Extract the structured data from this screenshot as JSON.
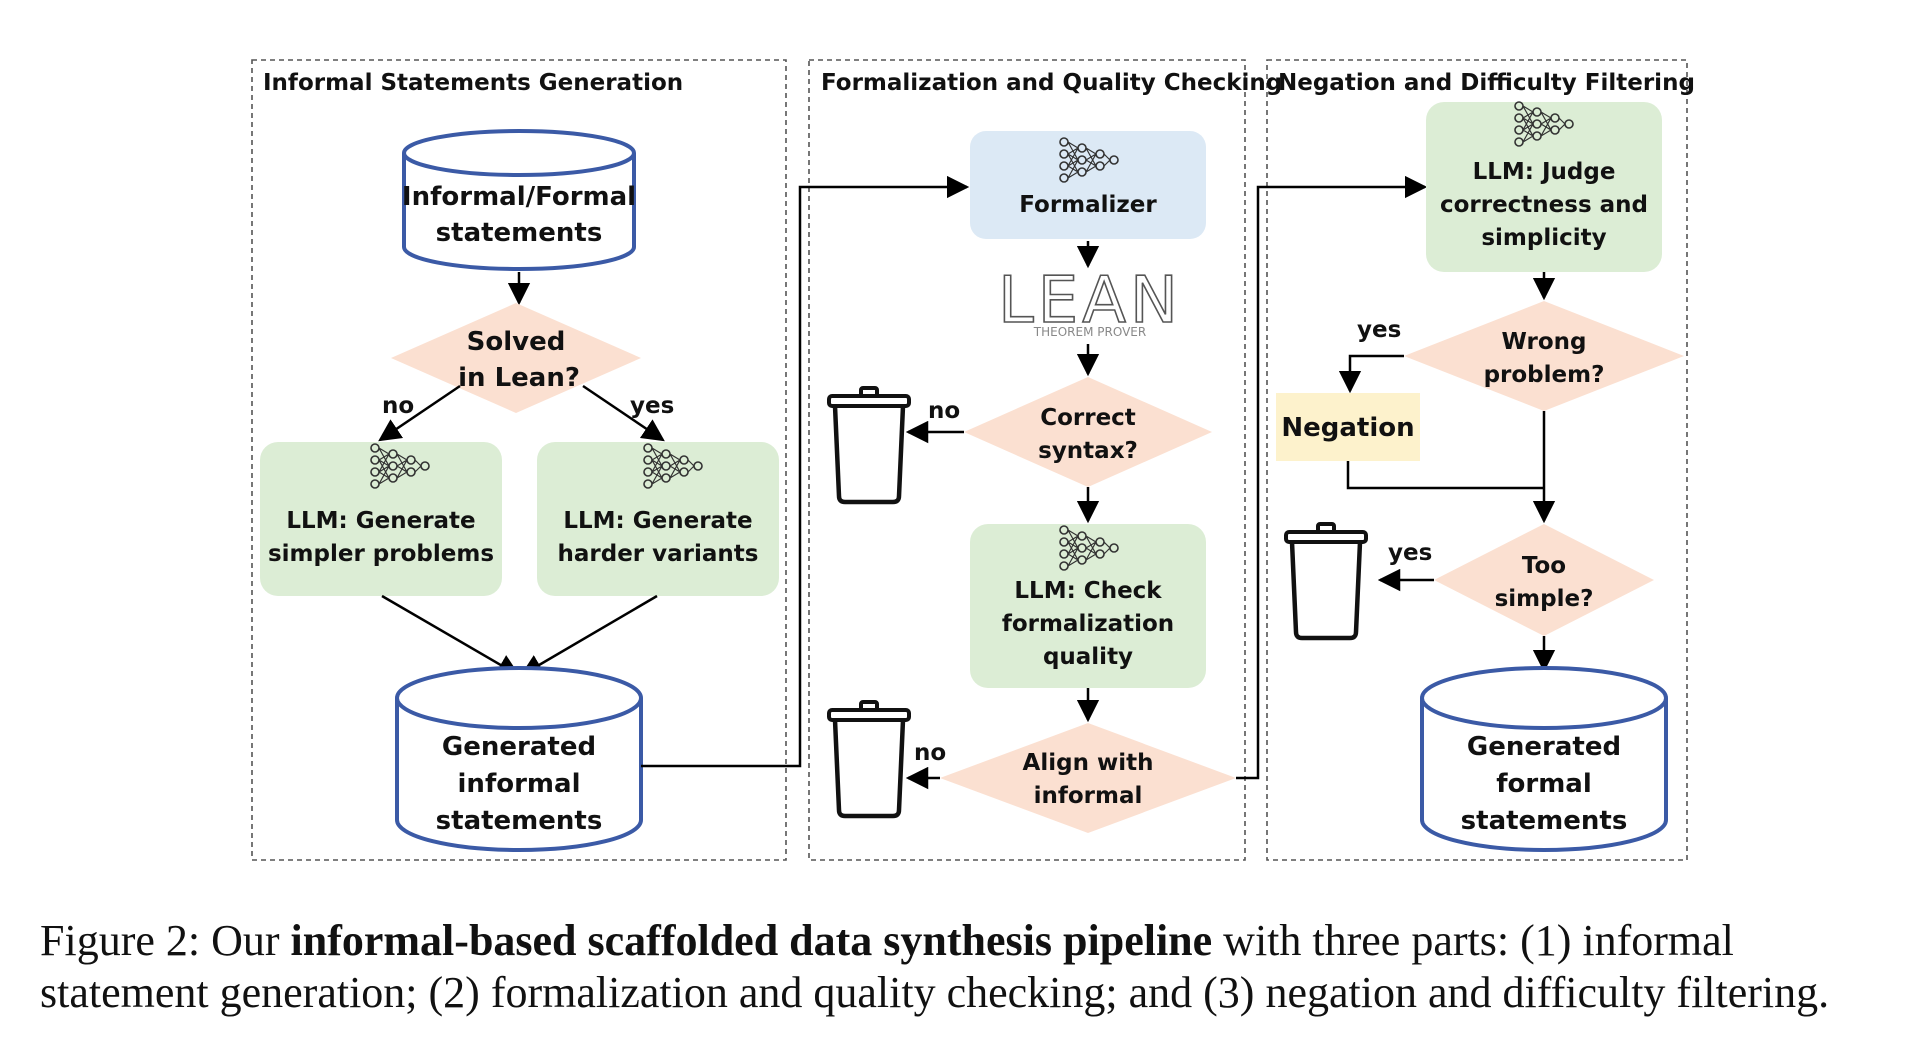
{
  "panels": {
    "p1_title": "Informal Statements Generation",
    "p2_title": "Formalization and Quality Checking",
    "p3_title": "Negation and Difficulty Filtering"
  },
  "nodes": {
    "db_top": [
      "Informal/Formal",
      "statements"
    ],
    "solved": [
      "Solved",
      "in Lean?"
    ],
    "llm_simpler": [
      "LLM: Generate",
      "simpler problems"
    ],
    "llm_harder": [
      "LLM: Generate",
      "harder variants"
    ],
    "db_generated_informal": [
      "Generated",
      "informal",
      "statements"
    ],
    "formalizer": "Formalizer",
    "lean_logo": "LEAN",
    "lean_sub": "THEOREM PROVER",
    "correct_syntax": [
      "Correct",
      "syntax?"
    ],
    "llm_check": [
      "LLM: Check",
      "formalization",
      "quality"
    ],
    "align": [
      "Align with",
      "informal"
    ],
    "llm_judge": [
      "LLM: Judge",
      "correctness and",
      "simplicity"
    ],
    "wrong_problem": [
      "Wrong",
      "problem?"
    ],
    "negation": "Negation",
    "too_simple": [
      "Too",
      "simple?"
    ],
    "db_generated_formal": [
      "Generated",
      "formal",
      "statements"
    ]
  },
  "edge_labels": {
    "solved_no": "no",
    "solved_yes": "yes",
    "syntax_no": "no",
    "align_no": "no",
    "wrong_yes": "yes",
    "simple_yes": "yes"
  },
  "colors": {
    "cylinder_stroke": "#3b5aa6",
    "llm_green": "#dcedd5",
    "formalizer_blue": "#dce9f5",
    "diamond_peach": "#fbe0d1",
    "negation_yellow": "#fdf2cc",
    "panel_border": "#555555"
  },
  "caption": {
    "prefix": "Figure 2: Our ",
    "bold": "informal-based scaffolded data synthesis pipeline",
    "rest_line1": " with three parts: (1) informal",
    "line2": "statement generation; (2) formalization and quality checking; and (3) negation and difficulty filtering."
  }
}
